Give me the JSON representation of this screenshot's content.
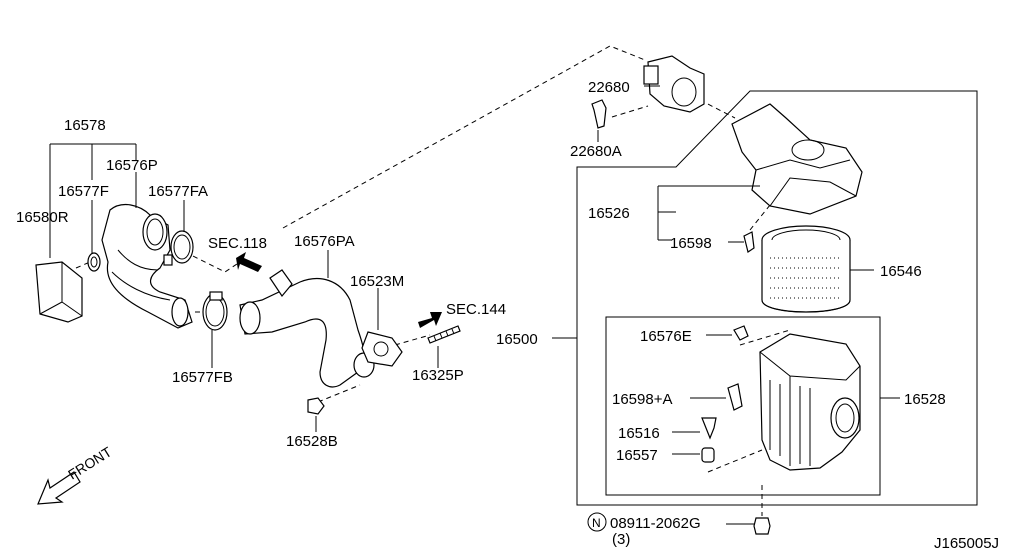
{
  "labels": {
    "p16578": "16578",
    "p16576P": "16576P",
    "p16577F": "16577F",
    "p16577FA": "16577FA",
    "p16580R": "16580R",
    "p16577FB": "16577FB",
    "sec118": "SEC.118",
    "p16576PA": "16576PA",
    "p16523M": "16523M",
    "sec144": "SEC.144",
    "p16325P": "16325P",
    "p16528B": "16528B",
    "p22680": "22680",
    "p22680A": "22680A",
    "p16526": "16526",
    "p16598": "16598",
    "p16546": "16546",
    "p16500": "16500",
    "p16576E": "16576E",
    "p16598A": "16598+A",
    "p16528": "16528",
    "p16516": "16516",
    "p16557": "16557",
    "n_symbol": "N",
    "p08911": "08911-2062G",
    "qty": "(3)",
    "front": "FRONT",
    "diagram_id": "J165005J"
  }
}
